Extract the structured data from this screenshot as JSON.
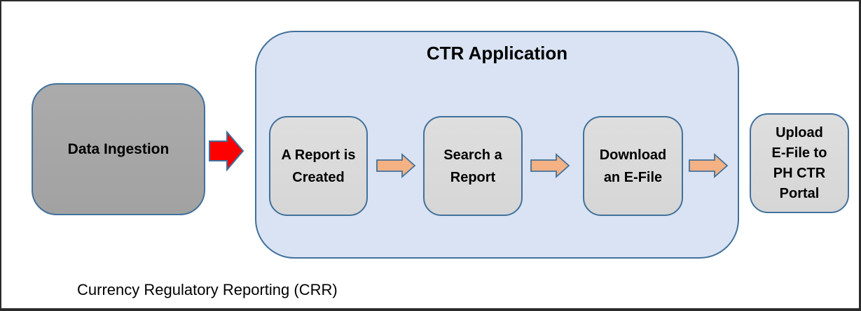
{
  "title": "CTR Application",
  "nodes": {
    "data_ingestion": {
      "label": "Data Ingestion"
    },
    "step1": {
      "label": "A Report is Created",
      "lines": [
        "A Report is",
        "Created"
      ]
    },
    "step2": {
      "label": "Search a Report",
      "lines": [
        "Search a",
        "Report"
      ]
    },
    "step3": {
      "label": "Download an E-File",
      "lines": [
        "Download",
        "an E-File"
      ]
    },
    "upload": {
      "label": "Upload E-File to PH CTR Portal",
      "lines": [
        "Upload",
        "E-File to",
        "PH CTR",
        "Portal"
      ]
    }
  },
  "caption": "Currency Regulatory Reporting (CRR)",
  "colors": {
    "red_arrow_fill": "#FF0000",
    "orange_arrow_fill": "#F4B183",
    "shape_border": "#41719C",
    "container_fill": "#DAE3F3",
    "step_box_fill": "#D9D9D9",
    "data_ingestion_fill": "#A6A6A6",
    "frame_border": "#2B2B2B"
  }
}
